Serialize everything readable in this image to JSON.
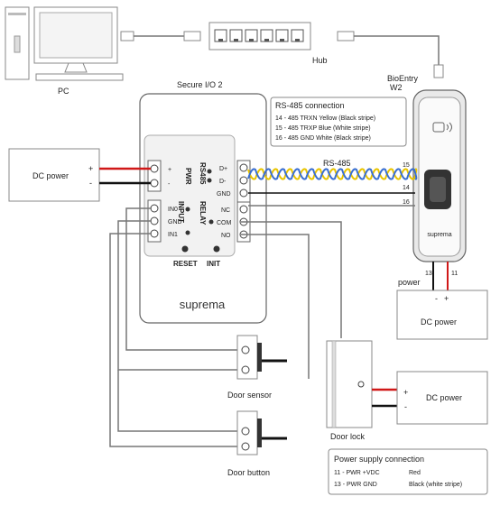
{
  "labels": {
    "pc": "PC",
    "hub": "Hub",
    "bioentry_line1": "BioEntry",
    "bioentry_line2": "W2",
    "secure_io": "Secure I/O 2",
    "dc_power_left": "DC power",
    "dc_power_right1": "DC power",
    "dc_power_right2": "DC power",
    "power": "power",
    "door_sensor": "Door sensor",
    "door_button": "Door button",
    "door_lock": "Door lock",
    "rs485_wire": "RS-485",
    "plus": "+",
    "minus": "-",
    "reset": "RESET",
    "init": "INIT",
    "brand_io": "suprema",
    "brand_reader": "suprema"
  },
  "terminals": {
    "pwr_title": "PWR",
    "rs485_title": "RS485",
    "input_title": "INPUT",
    "relay_title": "RELAY",
    "pwr_plus": "+",
    "pwr_minus": "-",
    "d_plus": "D+",
    "d_minus": "D-",
    "gnd": "GND",
    "in0": "IN0",
    "in_gnd": "GND",
    "in1": "IN1",
    "nc": "NC",
    "com": "COM",
    "no": "NO"
  },
  "wire_numbers": {
    "w15": "15",
    "w14": "14",
    "w16": "16",
    "w13": "13",
    "w11": "11"
  },
  "rs485_box": {
    "title": "RS-485 connection",
    "rows": [
      "14 - 485 TRXN   Yellow (Black stripe)",
      "15 - 485 TRXP   Blue (White stripe)",
      "16 - 485 GND    White (Black stripe)"
    ]
  },
  "power_box": {
    "title": "Power supply connection",
    "row1_left": "11 - PWR +VDC",
    "row1_right": "Red",
    "row2_left": "13 - PWR GND",
    "row2_right": "Black (white stripe)"
  },
  "colors": {
    "wire_red": "#d01818",
    "wire_black": "#111111",
    "wire_gray": "#777777",
    "wire_yellow": "#e8c400",
    "wire_blue": "#3a6fd0",
    "device_border": "#888888"
  }
}
